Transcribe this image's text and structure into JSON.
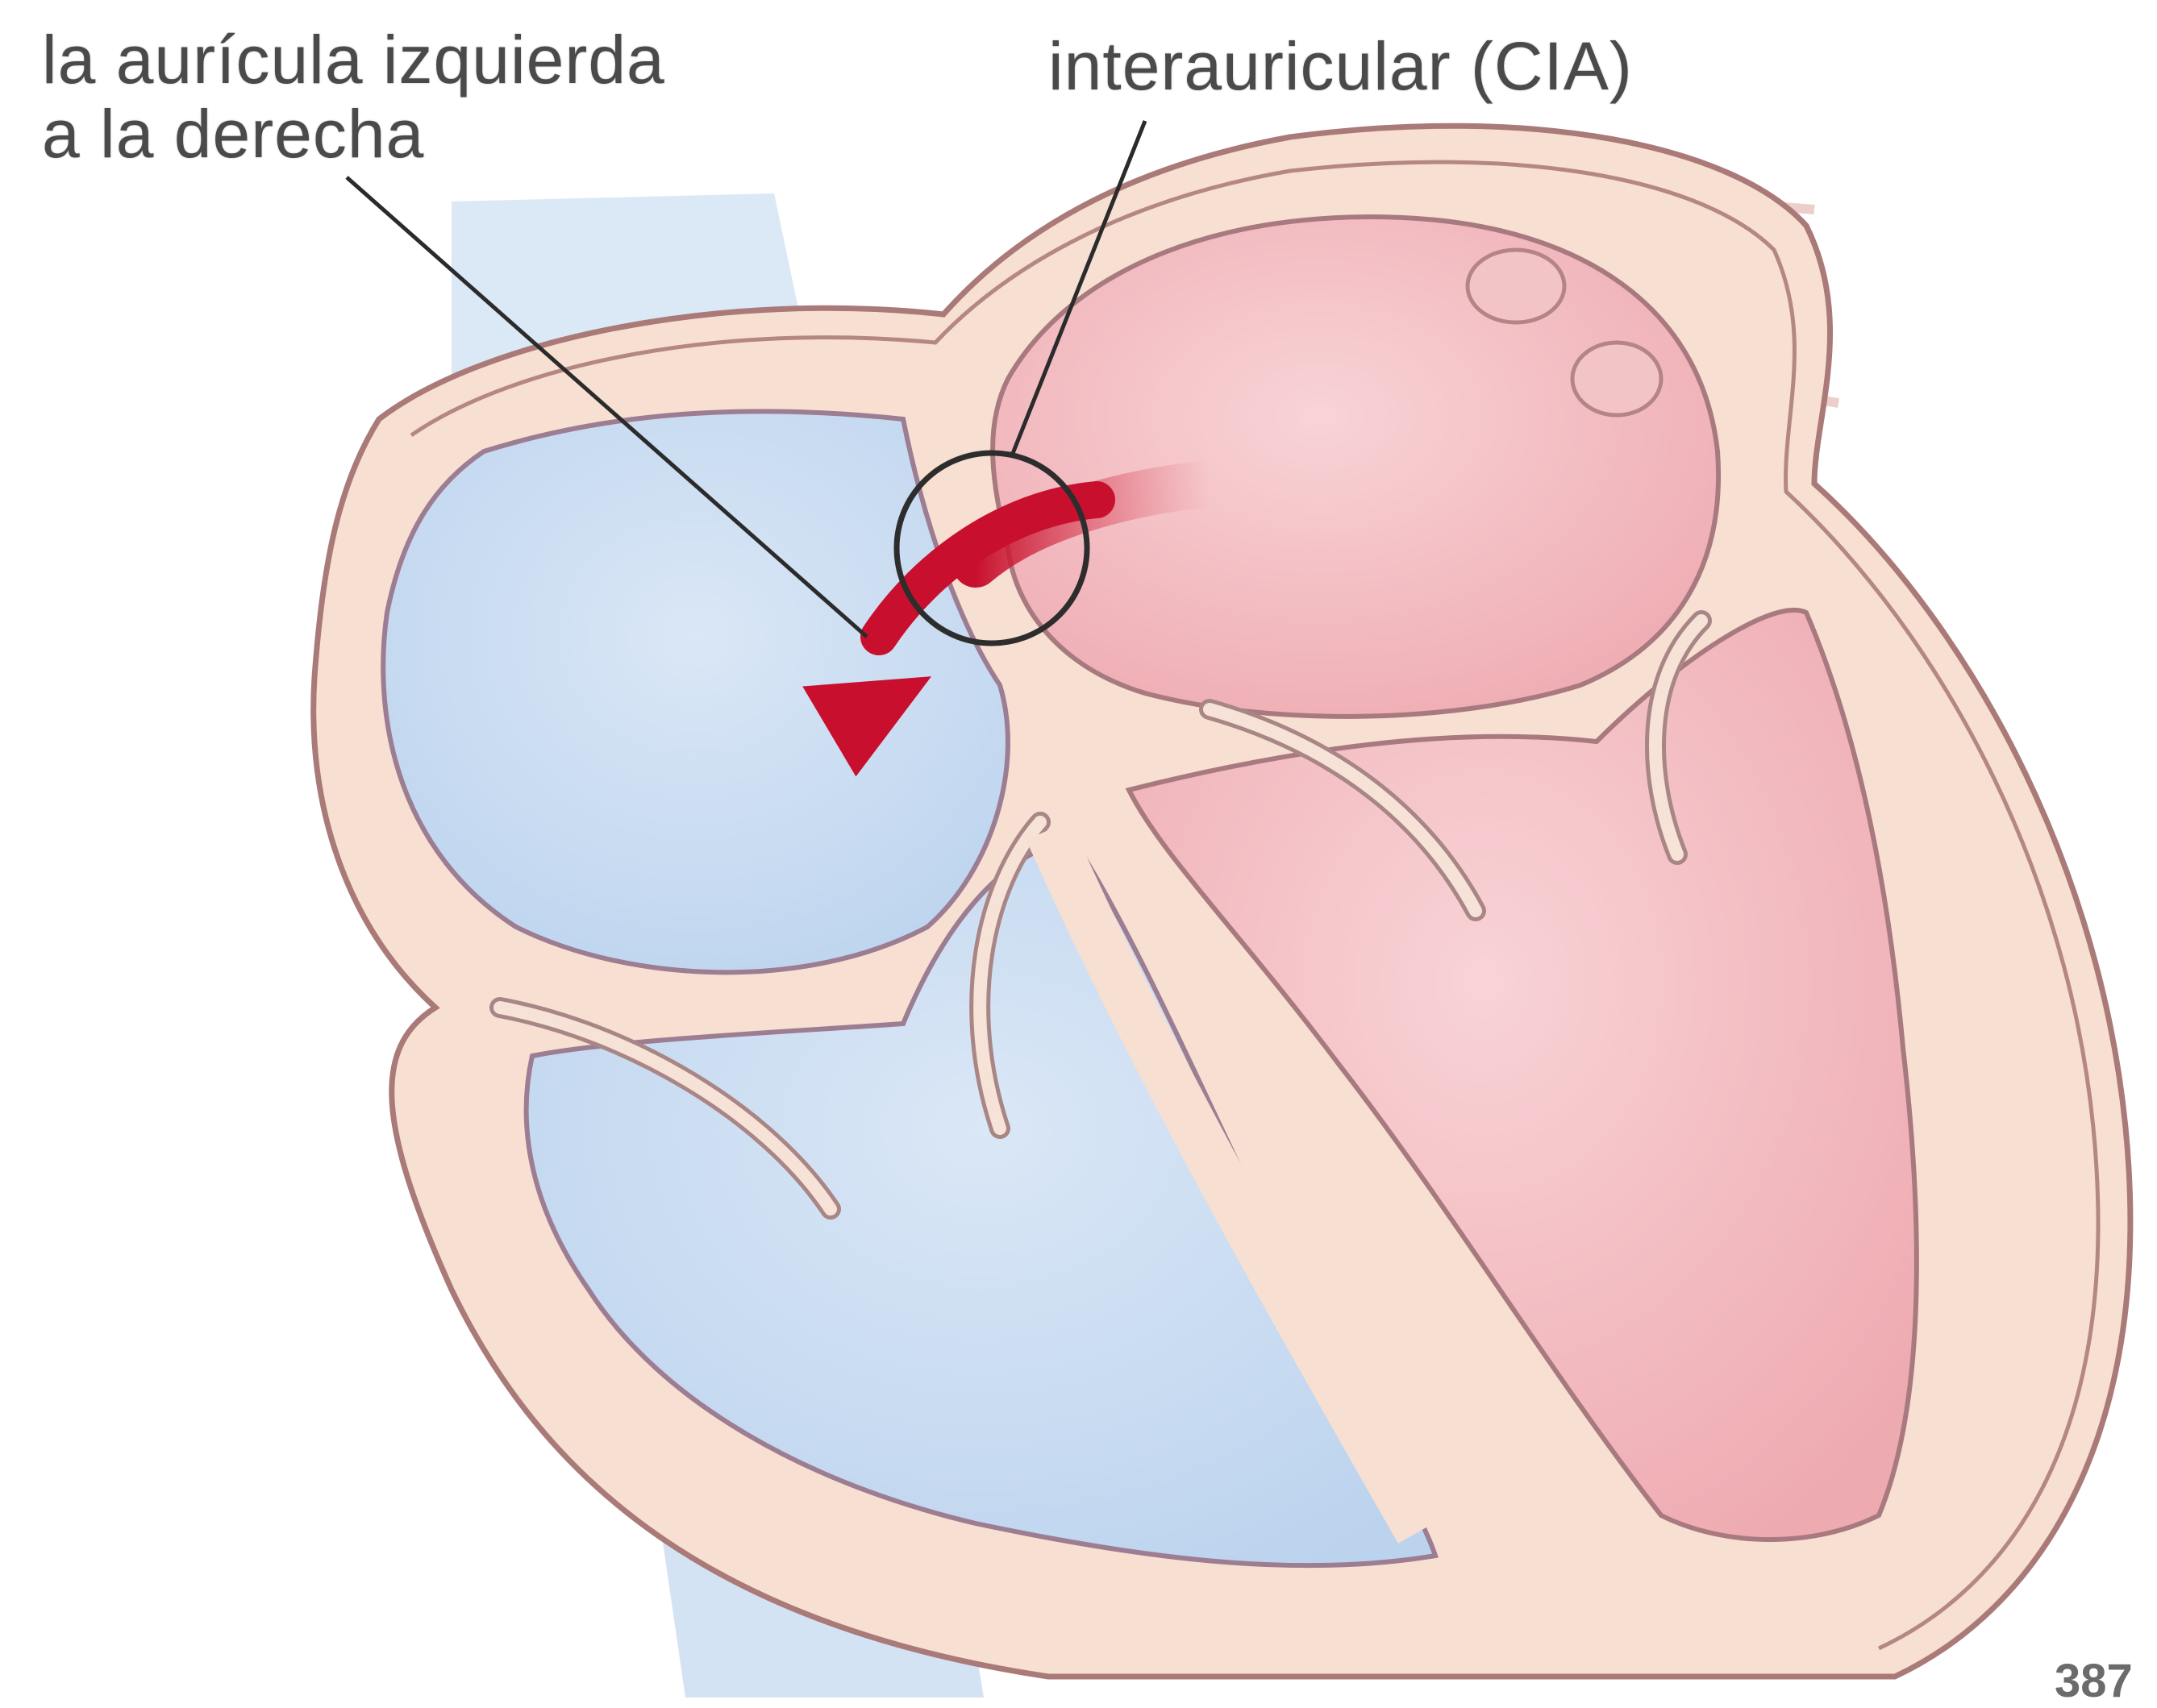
{
  "labels": {
    "left_line_1": "la aurícula izquierda",
    "left_line_2": "a la derecha",
    "right_line_1": "interauricular (CIA)"
  },
  "slide_number": "387",
  "colors": {
    "right_heart_blue": "#c8dcf2",
    "left_heart_pink": "#f2b8bd",
    "heart_wall": "#f6ddd0",
    "wall_outline": "#b08080",
    "shunt_arrow": "#c8102e",
    "label_text": "#4a4a4a"
  },
  "icons": {
    "shunt_arrow": "curved-arrow-icon",
    "defect_marker": "circle-marker-icon"
  }
}
